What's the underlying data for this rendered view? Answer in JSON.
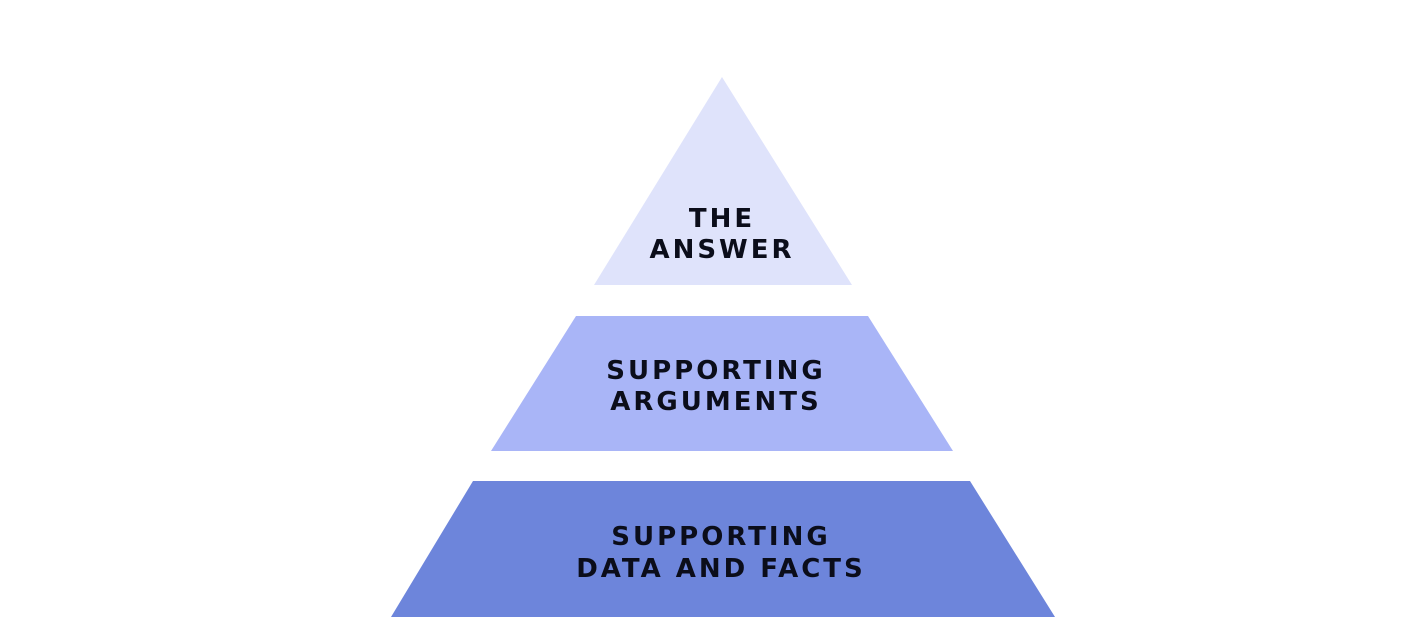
{
  "pyramid": {
    "tiers": [
      {
        "lines": [
          "THE",
          "ANSWER"
        ],
        "color": "#dfe3fb"
      },
      {
        "lines": [
          "SUPPORTING",
          "ARGUMENTS"
        ],
        "color": "#a9b5f7"
      },
      {
        "lines": [
          "SUPPORTING",
          "DATA AND FACTS"
        ],
        "color": "#6d85db"
      }
    ]
  }
}
